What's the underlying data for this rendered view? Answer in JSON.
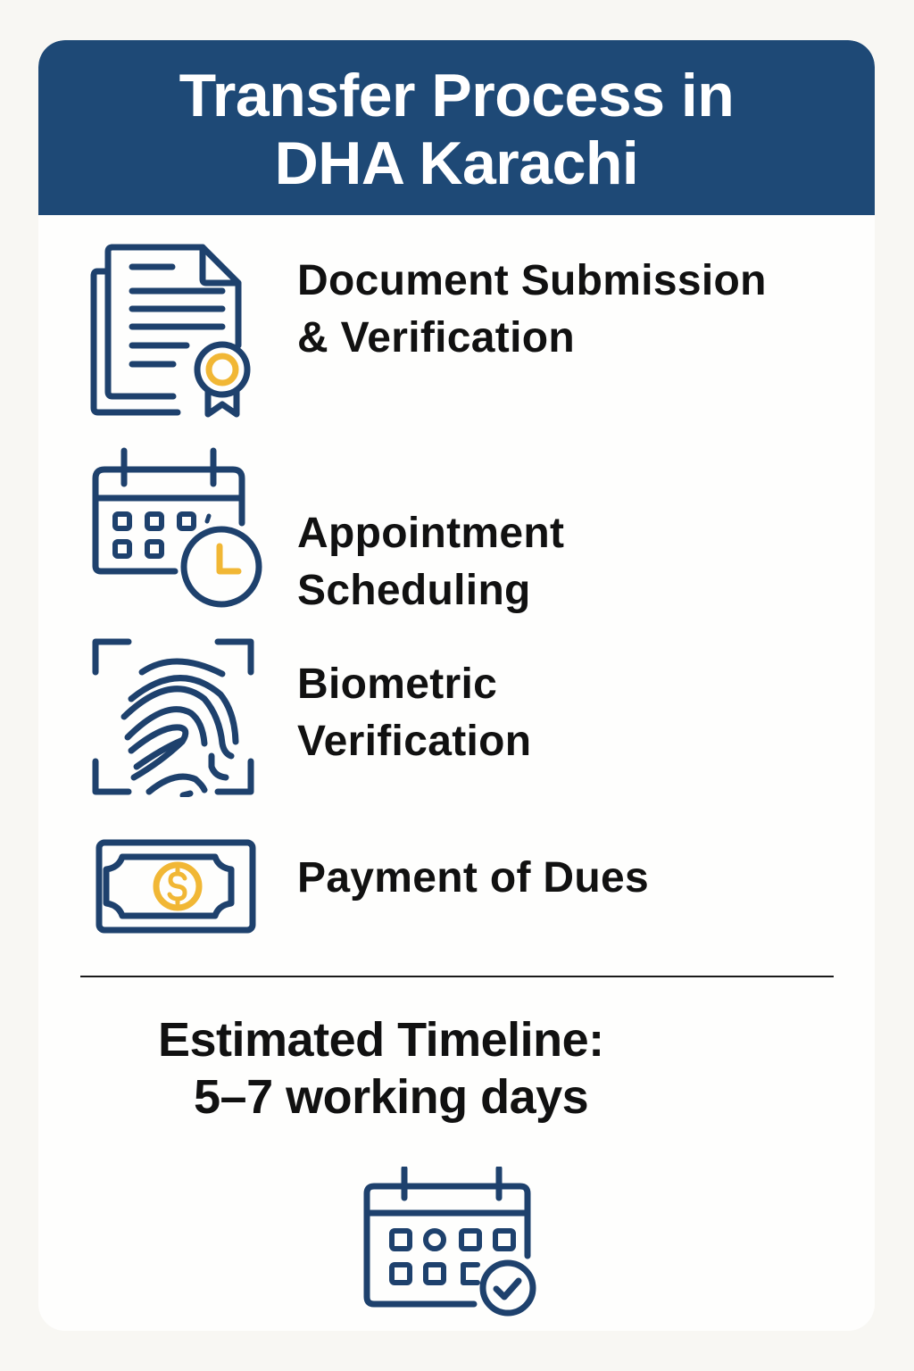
{
  "header": {
    "title_line1": "Transfer Process in",
    "title_line2": "DHA Karachi"
  },
  "steps": [
    {
      "icon": "certified-document-icon",
      "line1": "Document Submission",
      "line2": "& Verification"
    },
    {
      "icon": "calendar-clock-icon",
      "line1": "Appointment",
      "line2": "Scheduling"
    },
    {
      "icon": "fingerprint-scan-icon",
      "line1": "Biometric",
      "line2": "Verification"
    },
    {
      "icon": "banknote-dollar-icon",
      "line1": "Payment of Dues"
    }
  ],
  "timeline": {
    "label": "Estimated Timeline:",
    "value": "5–7 working days",
    "icon": "calendar-check-icon"
  },
  "colors": {
    "header_bg": "#1e4976",
    "icon_navy": "#1e416d",
    "icon_accent": "#f1b735",
    "page_bg": "#f8f7f3",
    "card_bg": "#fefefd",
    "text": "#111111"
  }
}
